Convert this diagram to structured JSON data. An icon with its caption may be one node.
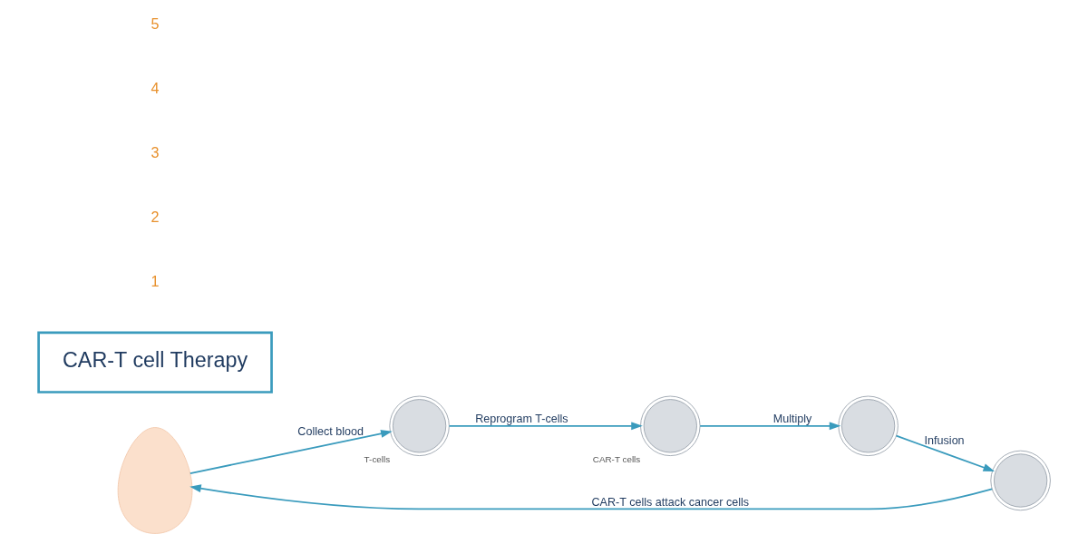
{
  "diagram": {
    "nodes": [
      {
        "text": [],
        "shape": "person"
      },
      {
        "text": [],
        "shape": "picture",
        "beside": [
          "T-cells"
        ]
      },
      {
        "text": [],
        "shape": "picture",
        "beside": [
          "CAR-T cells"
        ]
      },
      {
        "text": [],
        "shape": "picture"
      },
      {
        "text": [],
        "shape": "picture"
      },
      {
        "text": [
          "CAR-T cell Therapy"
        ]
      }
    ],
    "edges": [
      {
        "from": 0,
        "to": 1,
        "arrow": "to",
        "label": "Collect blood"
      },
      {
        "from": 1,
        "to": 2,
        "arrow": "to",
        "label": "Reprogram T-cells"
      },
      {
        "from": 2,
        "to": 3,
        "arrow": "to",
        "label": "Multiply"
      },
      {
        "from": 3,
        "to": 4,
        "arrow": "to",
        "label": "Infusion"
      },
      {
        "from": 4,
        "to": 0,
        "arrow": "to",
        "label": "CAR-T cells attack cancer cells"
      }
    ],
    "labels": [
      "1",
      "2",
      "3",
      "4",
      "5"
    ]
  }
}
